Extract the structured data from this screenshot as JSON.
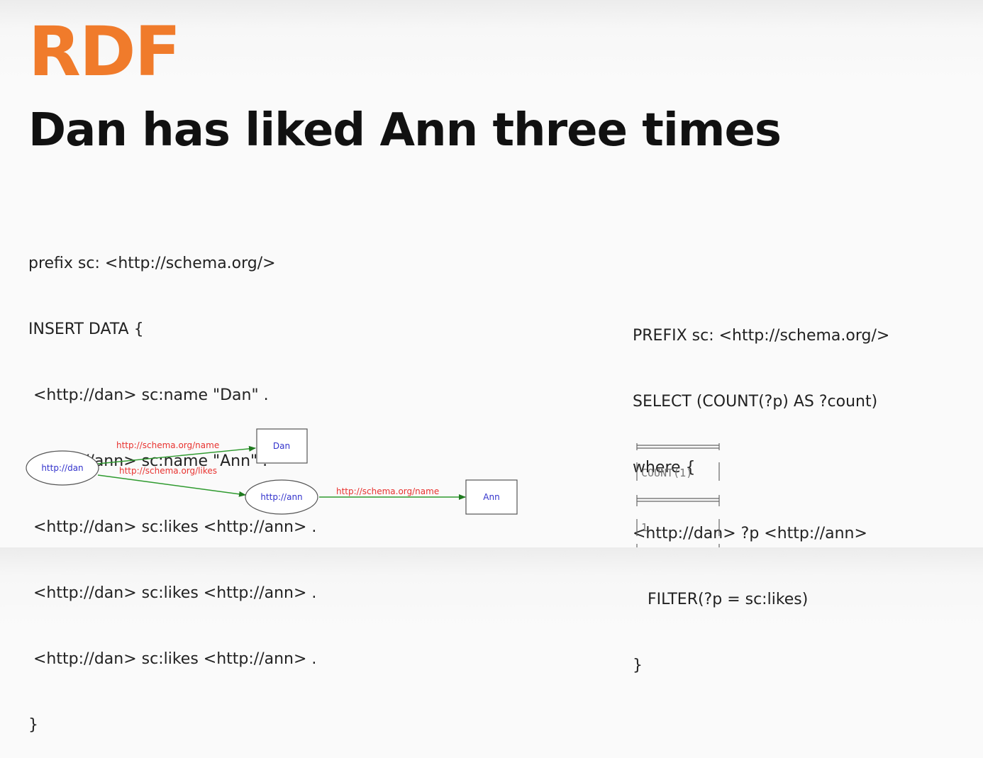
{
  "slide": {
    "section": "RDF",
    "title": "Dan has liked Ann three times"
  },
  "insert_code": [
    "prefix sc: <http://schema.org/>",
    "INSERT DATA {",
    " <http://dan> sc:name \"Dan\" .",
    " <http://ann> sc:name \"Ann\" .",
    " <http://dan> sc:likes <http://ann> .",
    " <http://dan> sc:likes <http://ann> .",
    " <http://dan> sc:likes <http://ann> .",
    "}"
  ],
  "query_code": [
    "PREFIX sc: <http://schema.org/>",
    "SELECT (COUNT(?p) AS ?count)",
    "where {",
    "<http://dan> ?p <http://ann>",
    "   FILTER(?p = sc:likes)",
    "}"
  ],
  "graph": {
    "nodes": {
      "dan_uri": "http://dan",
      "dan_literal": "Dan",
      "ann_uri": "http://ann",
      "ann_literal": "Ann"
    },
    "edges": {
      "dan_name": "http://schema.org/name",
      "dan_likes": "http://schema.org/likes",
      "ann_name": "http://schema.org/name"
    }
  },
  "result_table": {
    "header": "COUNT(1)",
    "value": "1"
  },
  "colors": {
    "accent": "#f07b2b",
    "edge_line": "#2e9a2e",
    "edge_label": "#e8322f",
    "node_label": "#3333cc"
  }
}
